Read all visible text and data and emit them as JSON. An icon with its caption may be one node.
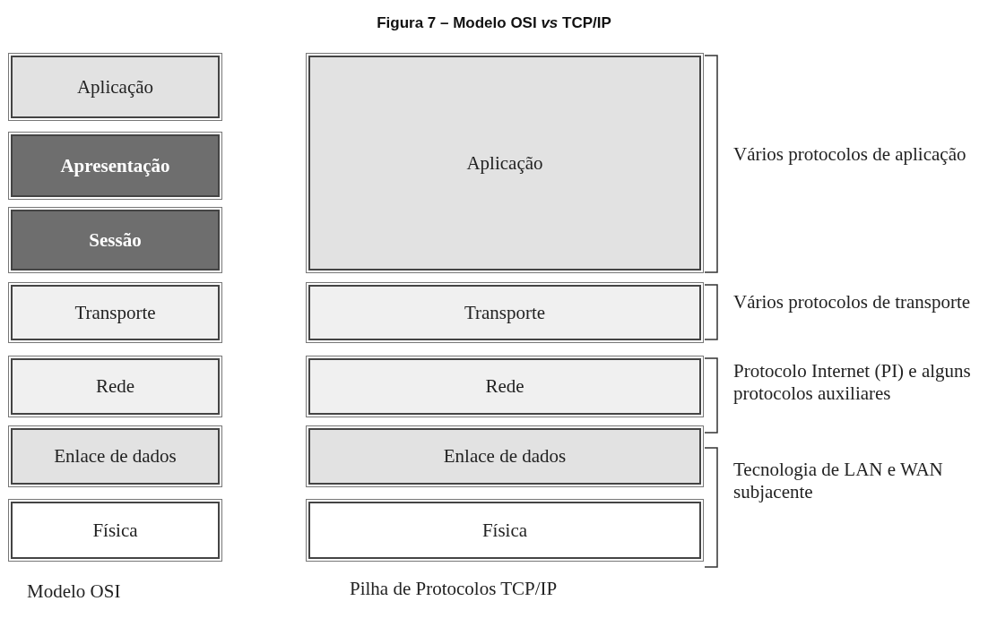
{
  "diagram": {
    "title": "Figura 7 – Modelo OSI *vs* TCP/IP",
    "nodes": [
      {
        "text": [
          "Aplicação"
        ]
      },
      {
        "text": [
          "Apresentação"
        ]
      },
      {
        "text": [
          "Sessão"
        ]
      },
      {
        "text": [
          "Transporte"
        ]
      },
      {
        "text": [
          "Rede"
        ]
      },
      {
        "text": [
          "Enlace de dados"
        ]
      },
      {
        "text": [
          "Física"
        ]
      },
      {
        "text": [
          "Aplicação"
        ]
      },
      {
        "text": [
          "Transporte"
        ]
      },
      {
        "text": [
          "Rede"
        ]
      },
      {
        "text": [
          "Enlace de dados"
        ]
      },
      {
        "text": [
          "Física"
        ]
      }
    ],
    "labels": [
      "Vários protocolos de aplicação",
      "Vários protocolos de transporte",
      "Protocolo Internet (PI) e alguns protocolos auxiliares",
      "Tecnologia de LAN e WAN subjacente",
      "Modelo OSI",
      "Pilha de Protocolos TCP/IP"
    ]
  }
}
